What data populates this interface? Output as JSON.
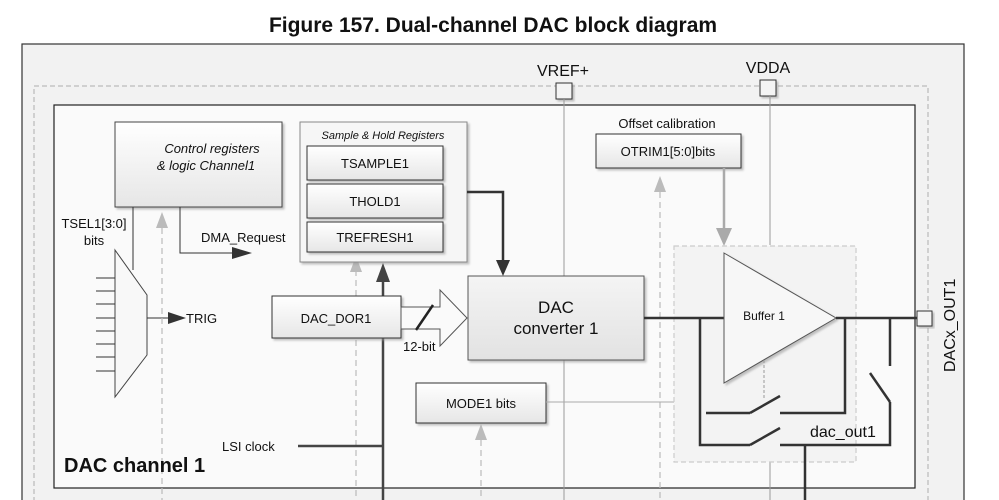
{
  "figure": {
    "title": "Figure 157. Dual-channel DAC block diagram"
  },
  "pins": {
    "vref": "VREF+",
    "vdda": "VDDA",
    "out": "DACx_OUT1"
  },
  "channel": {
    "label": "DAC channel 1"
  },
  "blocks": {
    "control_line1": "Control registers",
    "control_line2": "& logic Channel1",
    "sh_title": "Sample & Hold Registers",
    "tsample": "TSAMPLE1",
    "thold": "THOLD1",
    "trefresh": "TREFRESH1",
    "offset_title": "Offset calibration",
    "otrim": "OTRIM1[5:0]bits",
    "dac_line1": "DAC",
    "dac_line2": "converter 1",
    "dor": "DAC_DOR1",
    "mode": "MODE1 bits",
    "buffer": "Buffer 1"
  },
  "signals": {
    "tsel_line1": "TSEL1[3:0]",
    "tsel_line2": "bits",
    "dma": "DMA_Request",
    "trig": "TRIG",
    "bus_width": "12-bit",
    "lsi": "LSI clock",
    "dac_out": "dac_out1"
  },
  "colors": {
    "outer_bg": "#f2f2f2",
    "inner_bg": "#fafafa",
    "block_fill": "#eeeeee",
    "dark_line": "#333333",
    "gray_arrow": "#aaaaaa"
  }
}
